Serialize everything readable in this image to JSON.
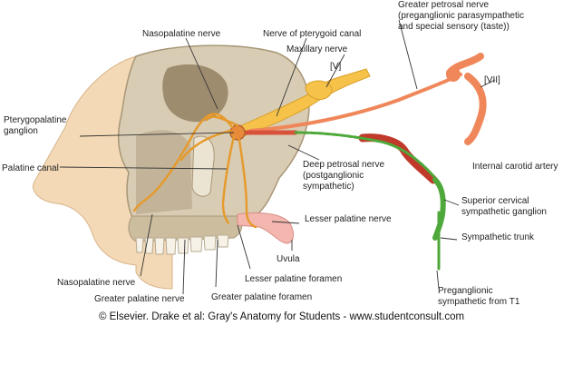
{
  "labels": {
    "greater_petrosal_line1": "Greater petrosal nerve",
    "greater_petrosal_line2": "(preganglionic parasympathetic",
    "greater_petrosal_line3": "and special sensory (taste))",
    "nasopalatine_top": "Nasopalatine nerve",
    "pterygoid_canal": "Nerve of pterygoid canal",
    "maxillary": "Maxillary nerve",
    "cn_v": "[V]",
    "cn_vii": "[VII]",
    "pterygopalatine_line1": "Pterygopalatine",
    "pterygopalatine_line2": "ganglion",
    "palatine_canal": "Palatine canal",
    "deep_petrosal_line1": "Deep petrosal nerve",
    "deep_petrosal_line2": "(postganglionic",
    "deep_petrosal_line3": "sympathetic)",
    "internal_carotid": "Internal carotid artery",
    "superior_cervical_line1": "Superior cervical",
    "superior_cervical_line2": "sympathetic ganglion",
    "lesser_palatine_nerve": "Lesser palatine nerve",
    "sympathetic_trunk": "Sympathetic trunk",
    "uvula": "Uvula",
    "nasopalatine_bottom": "Nasopalatine nerve",
    "lesser_palatine_foramen": "Lesser palatine foramen",
    "preganglionic_line1": "Preganglionic",
    "preganglionic_line2": "sympathetic from T1",
    "greater_palatine_nerve": "Greater palatine nerve",
    "greater_palatine_foramen": "Greater palatine foramen"
  },
  "credit": "© Elsevier. Drake et al: Gray's Anatomy for Students - www.studentconsult.com",
  "colors": {
    "skin": "#f3d9b5",
    "bone": "#d9ccb4",
    "bone_shadow": "#a89677",
    "facial_nerve": "#f0875a",
    "trigeminal_nerve": "#f6c24a",
    "orange_branch": "#e59a2c",
    "sympathetic": "#4fa83a",
    "carotid": "#c0392b",
    "uvula": "#f4b7b0",
    "label_text": "#222222",
    "leader_line": "#333333"
  }
}
